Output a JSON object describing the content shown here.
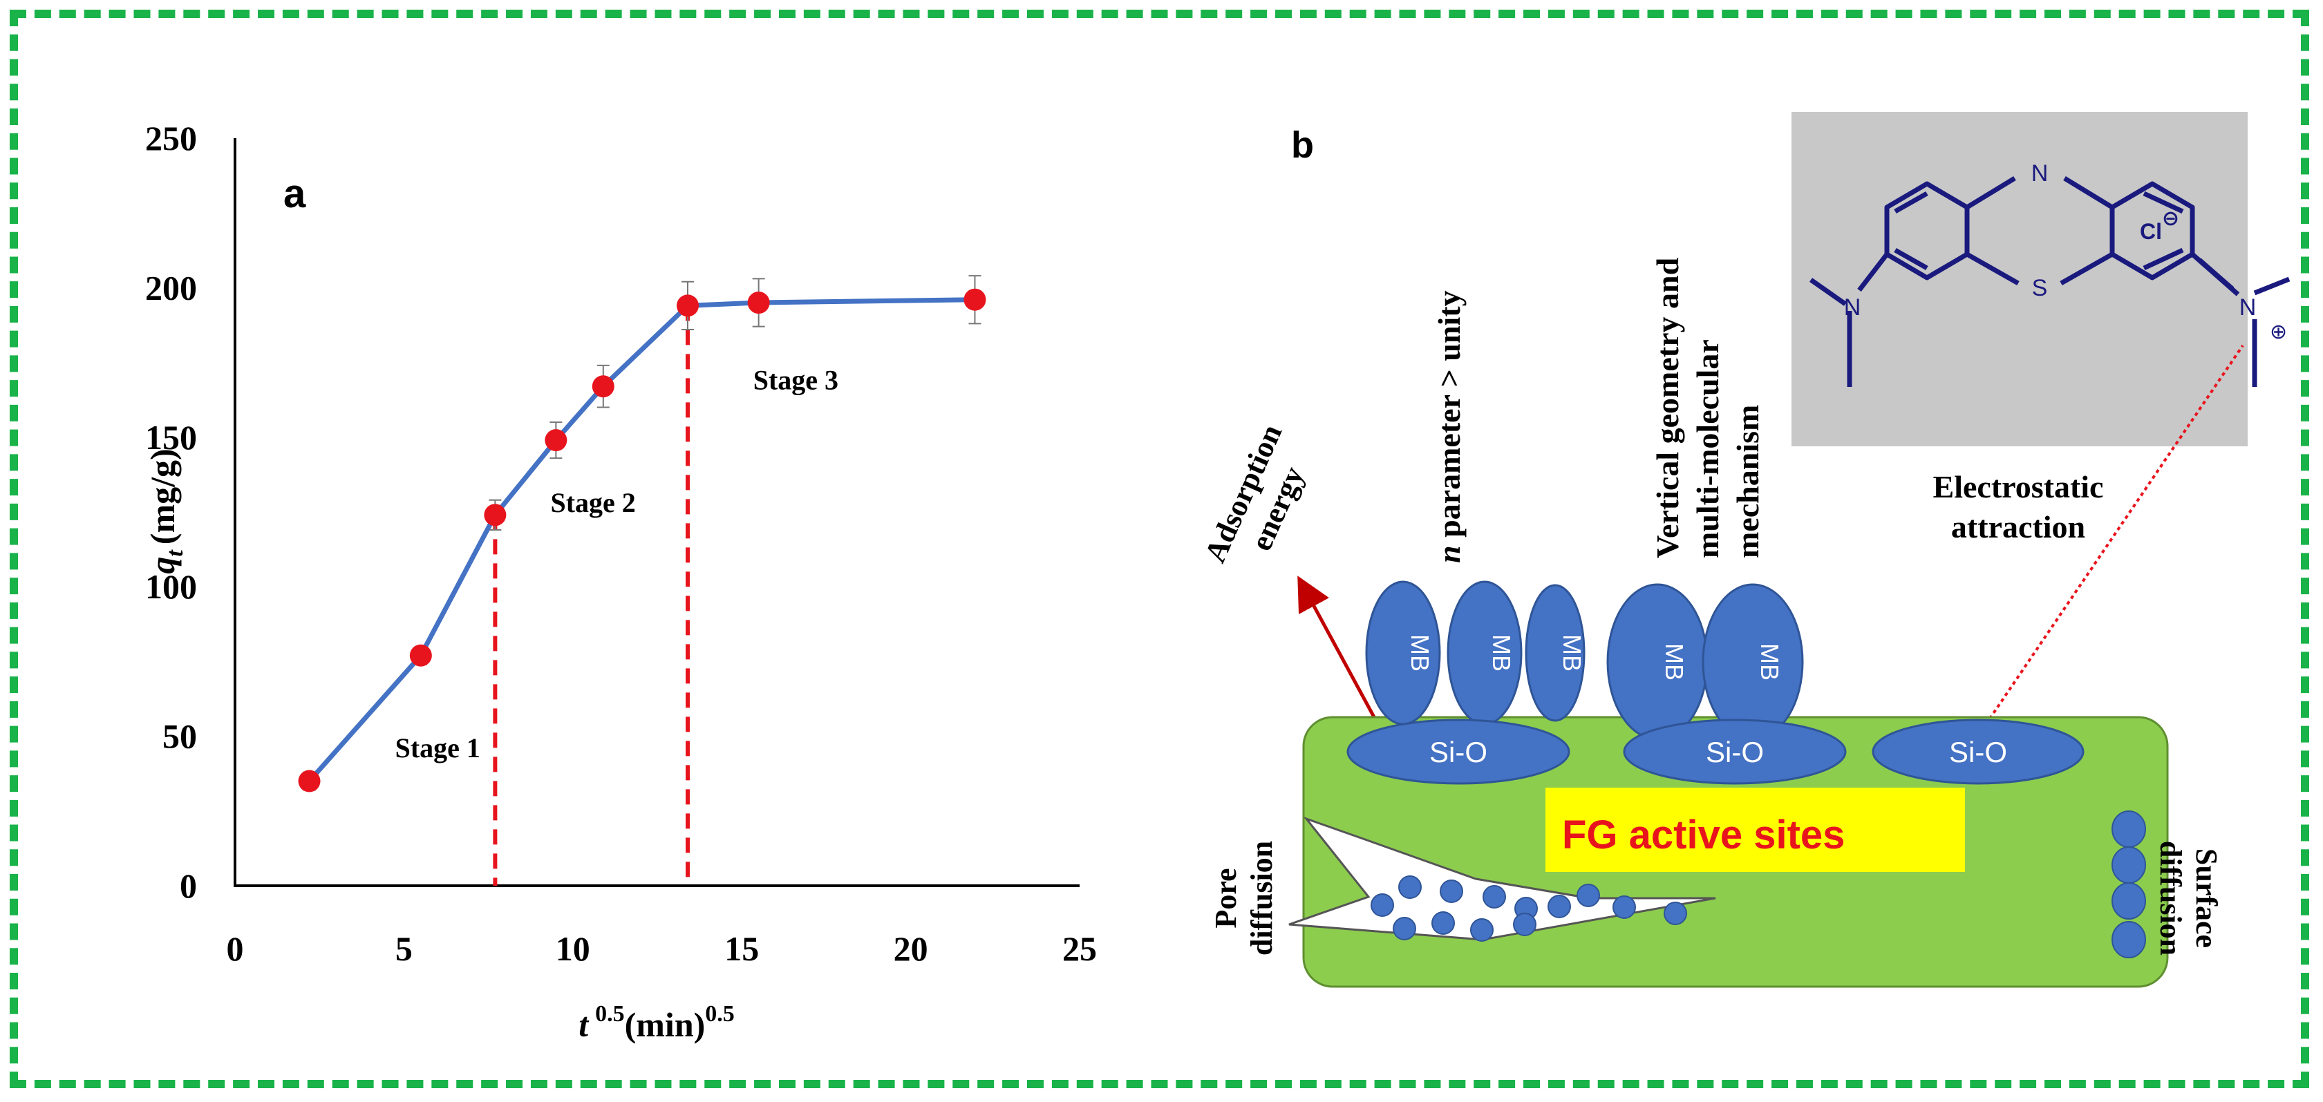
{
  "chart_data": {
    "type": "line",
    "panel_label": "a",
    "x": [
      2.2,
      5.5,
      7.7,
      9.5,
      10.9,
      13.4,
      15.5,
      21.9
    ],
    "y": [
      35,
      77,
      124,
      149,
      167,
      194,
      195,
      196
    ],
    "y_error": [
      3,
      3,
      5,
      6,
      7,
      8,
      8,
      8
    ],
    "xlim": [
      0,
      25
    ],
    "ylim": [
      0,
      250
    ],
    "xticks": [
      0,
      5,
      10,
      15,
      20,
      25
    ],
    "yticks": [
      0,
      50,
      100,
      150,
      200,
      250
    ],
    "xlabel": {
      "var": "t",
      "sup": "0.5",
      "unit": "(min)",
      "unit_sup": "0.5"
    },
    "ylabel": {
      "var": "q",
      "sub": "t",
      "unit": "(mg/g)"
    },
    "stage_boundaries": [
      7.7,
      13.4
    ],
    "stage_labels": [
      {
        "text": "Stage 1",
        "x": 6.0,
        "y": 43
      },
      {
        "text": "Stage 2",
        "x": 10.6,
        "y": 125
      },
      {
        "text": "Stage 3",
        "x": 16.6,
        "y": 166
      }
    ],
    "grid": false,
    "line_color": "#4472c4",
    "marker_color": "#e8141d",
    "boundary_color": "#e8141d"
  },
  "diagram": {
    "panel_label": "b",
    "adsorption_energy": [
      "Adsorption",
      "energy"
    ],
    "n_param": {
      "var": "n",
      "text": " parameter  > unity"
    },
    "vertical_geometry": [
      "Vertical  geometry  and",
      "multi-molecular",
      "mechanism"
    ],
    "electrostatic": [
      "Electrostatic",
      "attraction"
    ],
    "mb_label": "MB",
    "sio_label": "Si-O",
    "fg_label": "FG active sites",
    "pore_diffusion": [
      "Pore",
      "diffusion"
    ],
    "surface_diffusion": [
      "Surface",
      "diffusion"
    ],
    "molecule": {
      "n_atom": "N",
      "s_atom": "S",
      "cl_label": "Cl",
      "neg_sign": "⊖",
      "pos_sign": "⊕"
    },
    "colors": {
      "green": "#8ccd4e",
      "blue": "#4472c4",
      "yellow": "#ffff00",
      "red": "#e8141d",
      "grey": "#c8c8c8",
      "navy": "#1a1a7e"
    }
  }
}
